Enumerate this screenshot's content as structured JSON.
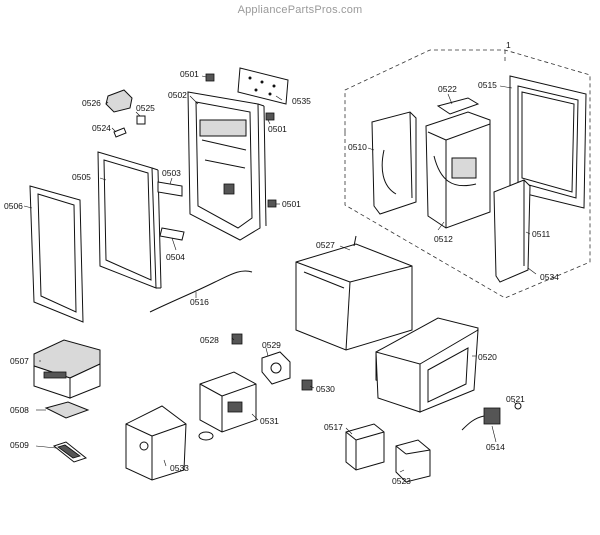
{
  "watermark": "AppliancePartsPros.com",
  "callouts": {
    "c0501a": "0501",
    "c0501b": "0501",
    "c0501c": "0501",
    "c0502": "0502",
    "c0503": "0503",
    "c0504": "0504",
    "c0505": "0505",
    "c0506": "0506",
    "c0507": "0507",
    "c0508": "0508",
    "c0509": "0509",
    "c0510": "0510",
    "c0511": "0511",
    "c0512": "0512",
    "c0514": "0514",
    "c0515": "0515",
    "c0516": "0516",
    "c0517": "0517",
    "c0520": "0520",
    "c0521": "0521",
    "c0522": "0522",
    "c0523": "0523",
    "c0524": "0524",
    "c0525": "0525",
    "c0526": "0526",
    "c0527": "0527",
    "c0528": "0528",
    "c0529": "0529",
    "c0530": "0530",
    "c0531": "0531",
    "c0533": "0533",
    "c0534": "0534",
    "c0535": "0535",
    "c1": "1"
  }
}
